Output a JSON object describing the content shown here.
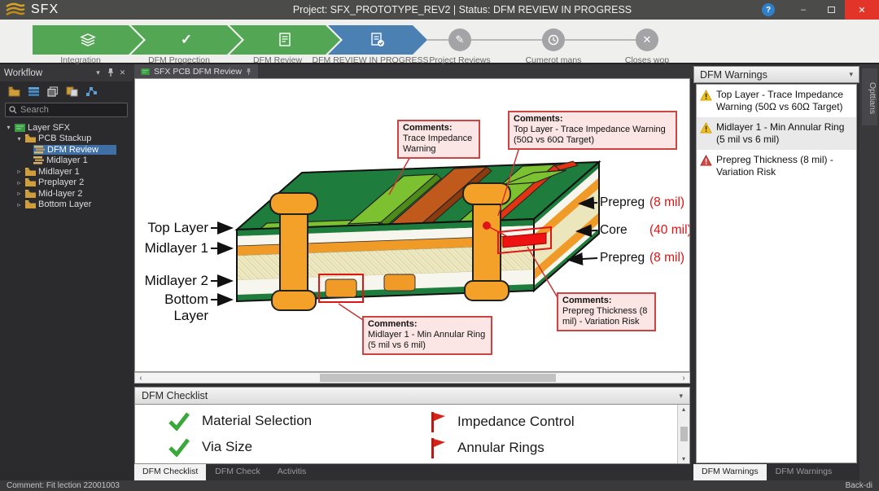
{
  "colors": {
    "accent_green": "#53a653",
    "accent_blue": "#4b80b3",
    "close_red": "#e23428",
    "warning_yellow": "#f5c211",
    "error_red": "#d64541",
    "check_green": "#3aa83a",
    "flag_red": "#d62418",
    "callout_red": "#cc4444",
    "selection_blue": "#3f6fa5"
  },
  "icons": {
    "check": "✓",
    "close": "✕",
    "edit": "✎",
    "minimize": "–",
    "help": "?",
    "chevron_down": "▾",
    "expander_open": "▾",
    "expander_closed": "▹",
    "scroll_left": "‹",
    "scroll_right": "›",
    "scroll_up": "▴",
    "scroll_down": "▾"
  },
  "titlebar": {
    "logo_text": "SFX",
    "title": "Project: SFX_PROTOTYPE_REV2  |  Status: DFM REVIEW IN PROGRESS"
  },
  "workflow": {
    "steps": [
      {
        "label": "Integration",
        "state": "done"
      },
      {
        "label": "DFM Progection",
        "state": "done"
      },
      {
        "label": "DFM Review",
        "state": "done"
      },
      {
        "label": "DFM REVIEW IN PROGRESS",
        "state": "current"
      },
      {
        "label": "Project Reviews",
        "state": "pending"
      },
      {
        "label": "Cumerot mans",
        "state": "pending"
      },
      {
        "label": "Closes wop",
        "state": "pending"
      }
    ]
  },
  "sidebar": {
    "title": "Workflow",
    "search_placeholder": "Search",
    "tree": [
      {
        "label": "Layer SFX"
      },
      {
        "label": "PCB Stackup"
      },
      {
        "label": "DFM Review",
        "selected": true
      },
      {
        "label": "Midlayer 1"
      },
      {
        "label": "Midlayer 1"
      },
      {
        "label": "Preplayer 2"
      },
      {
        "label": "Mid-layer 2"
      },
      {
        "label": "Bottom Layer"
      }
    ]
  },
  "editor": {
    "tab": "SFX PCB DFM Review"
  },
  "diagram": {
    "layer_labels": [
      "Top Layer",
      "Midlayer 1",
      "Midlayer 2",
      "Bottom Layer"
    ],
    "stackup_labels": [
      {
        "name": "Prepreg",
        "value": "(8 mil)"
      },
      {
        "name": "Core",
        "value": "(40 mil)"
      },
      {
        "name": "Prepreg",
        "value": "(8 mil)"
      }
    ],
    "callouts": [
      {
        "title": "Comments:",
        "text": "Trace Impedance Warning"
      },
      {
        "title": "Comments:",
        "text": "Top Layer - Trace Impedance Warning (50Ω vs 60Ω Target)"
      },
      {
        "title": "Comments:",
        "text": "Midlayer 1 - Min Annular Ring (5 mil vs 6 mil)"
      },
      {
        "title": "Comments:",
        "text": "Prepreg Thickness (8 mil) - Variation Risk"
      }
    ]
  },
  "warnings_panel": {
    "title": "DFM Warnings",
    "side_tab": "Opttians",
    "items": [
      {
        "severity": "warning",
        "text": "Top Layer - Trace Impedance Warning (50Ω vs 60Ω Target)"
      },
      {
        "severity": "warning",
        "text": "Midlayer 1 - Min Annular Ring (5 mil vs 6 mil)"
      },
      {
        "severity": "error",
        "text": "Prepreg Thickness (8 mil) - Variation Risk"
      }
    ],
    "tabs": [
      {
        "label": "DFM Warnings",
        "active": true
      },
      {
        "label": "DFM Warnings",
        "active": false
      }
    ]
  },
  "checklist_panel": {
    "title": "DFM Checklist",
    "items": [
      {
        "status": "pass",
        "label": "Material Selection"
      },
      {
        "status": "pass",
        "label": "Via Size"
      },
      {
        "status": "flag",
        "label": "Impedance Control"
      },
      {
        "status": "flag",
        "label": "Annular Rings"
      }
    ],
    "tabs": [
      {
        "label": "DFM Checklist",
        "active": true
      },
      {
        "label": "DFM Check",
        "active": false
      },
      {
        "label": "Activitis",
        "active": false
      }
    ]
  },
  "statusbar": {
    "left": "Comment: Fit lection 22001003",
    "right": "Back-di"
  }
}
